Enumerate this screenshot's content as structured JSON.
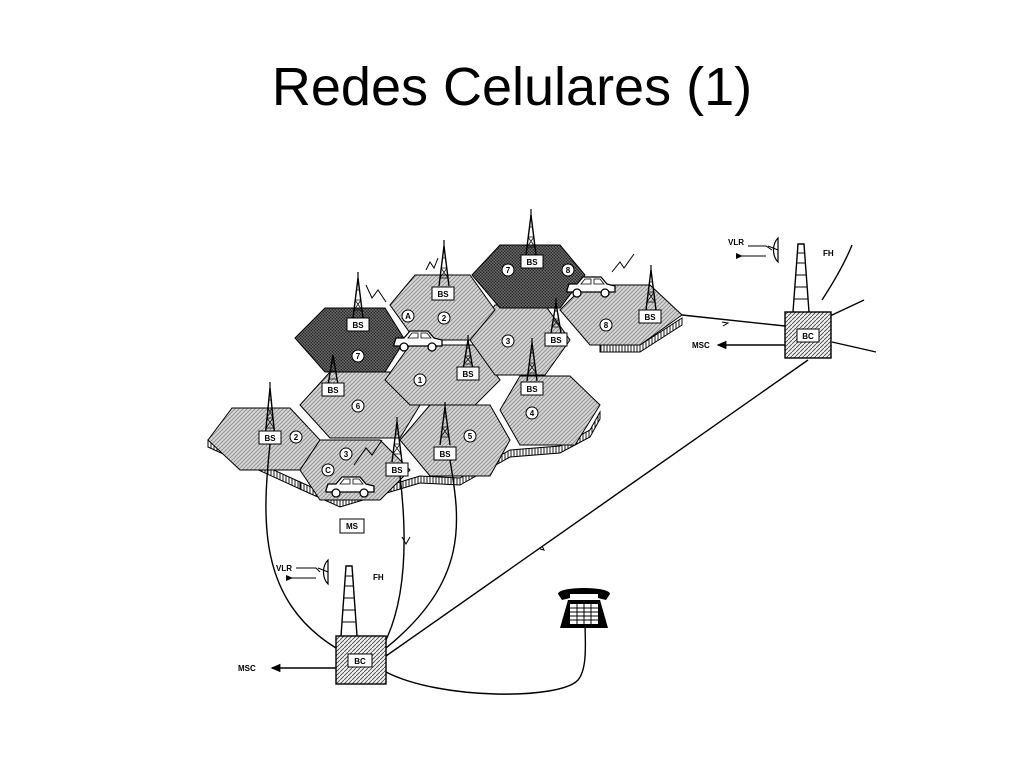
{
  "slide": {
    "title": "Redes Celulares (1)"
  },
  "labels": {
    "bs": "BS",
    "bc": "BC",
    "ms": "MS",
    "msc": "MSC",
    "vlr": "VLR",
    "fh": "FH"
  },
  "cell_numbers": {
    "c1": "1",
    "c2": "2",
    "c3": "3",
    "c4": "4",
    "c5": "5",
    "c6": "6",
    "c7": "7",
    "c8": "8",
    "cA": "A",
    "cC": "C"
  },
  "icons": [
    "tower-icon",
    "car-icon",
    "telephone-icon",
    "dish-antenna-icon"
  ]
}
